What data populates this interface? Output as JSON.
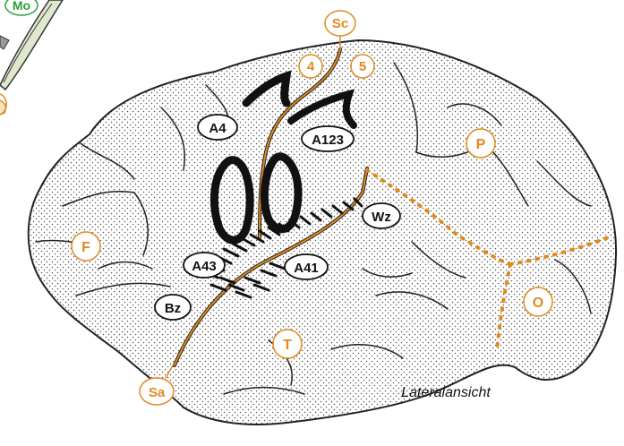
{
  "colors": {
    "orange": "#e08a1e",
    "green": "#2e9e3a",
    "outline": "#222222",
    "label_fill": "#ffffff",
    "brain_fill": "#ffffff"
  },
  "caption": "Lateralansicht",
  "edge_labels": {
    "mo": "Mo"
  },
  "orange_labels": {
    "sc": "Sc",
    "four": "4",
    "five": "5",
    "p": "P",
    "f": "F",
    "o": "O",
    "t": "T",
    "sa": "Sa"
  },
  "black_labels": {
    "a4": "A4",
    "a123": "A123",
    "wz": "Wz",
    "a43": "A43",
    "a41": "A41",
    "bz": "Bz"
  }
}
